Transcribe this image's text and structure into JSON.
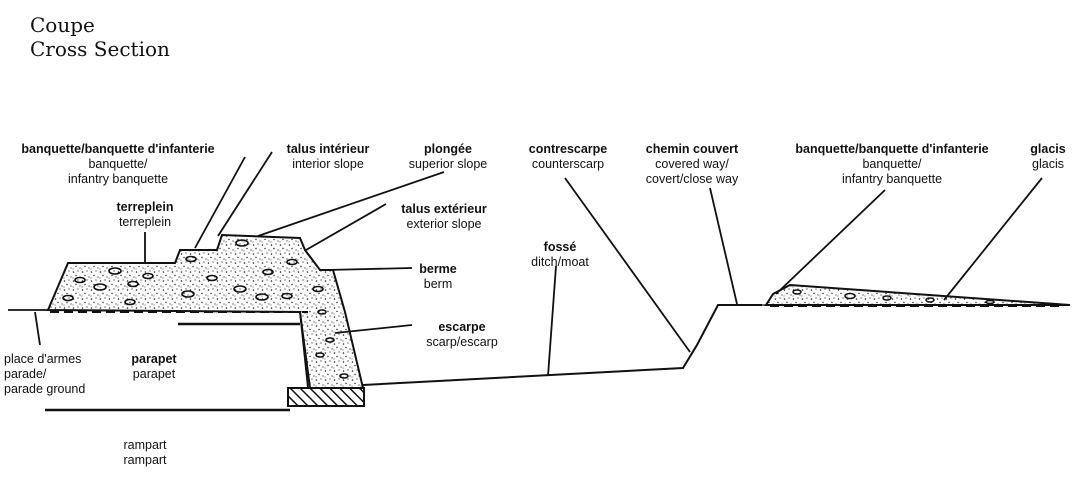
{
  "title": {
    "line1": "Coupe",
    "line2": "Cross Section"
  },
  "labels": {
    "banquette_left": {
      "fr": "banquette/banquette d'infanterie",
      "en1": "banquette/",
      "en2": "infantry banquette"
    },
    "talus_interieur": {
      "fr": "talus intérieur",
      "en1": "interior slope"
    },
    "plongee": {
      "fr": "plongée",
      "en1": "superior slope"
    },
    "talus_exterieur": {
      "fr": "talus extérieur",
      "en1": "exterior slope"
    },
    "terreplein": {
      "fr": "terreplein",
      "en1": "terreplein"
    },
    "berme": {
      "fr": "berme",
      "en1": "berm"
    },
    "escarpe": {
      "fr": "escarpe",
      "en1": "scarp/escarp"
    },
    "fosse": {
      "fr": "fossé",
      "en1": "ditch/moat"
    },
    "contrescarpe": {
      "fr": "contrescarpe",
      "en1": "counterscarp"
    },
    "chemin_couvert": {
      "fr": "chemin couvert",
      "en1": "covered way/",
      "en2": "covert/close way"
    },
    "banquette_right": {
      "fr": "banquette/banquette d'infanterie",
      "en1": "banquette/",
      "en2": "infantry banquette"
    },
    "glacis": {
      "fr": "glacis",
      "en1": "glacis"
    },
    "place_d_armes": {
      "fr": "place d'armes",
      "en1": "parade/",
      "en2": "parade ground"
    },
    "parapet": {
      "fr": "parapet",
      "en1": "parapet"
    },
    "rampart": {
      "fr": "rampart",
      "en1": "rampart"
    }
  },
  "colors": {
    "line": "#111111",
    "fill": "#ffffff"
  }
}
